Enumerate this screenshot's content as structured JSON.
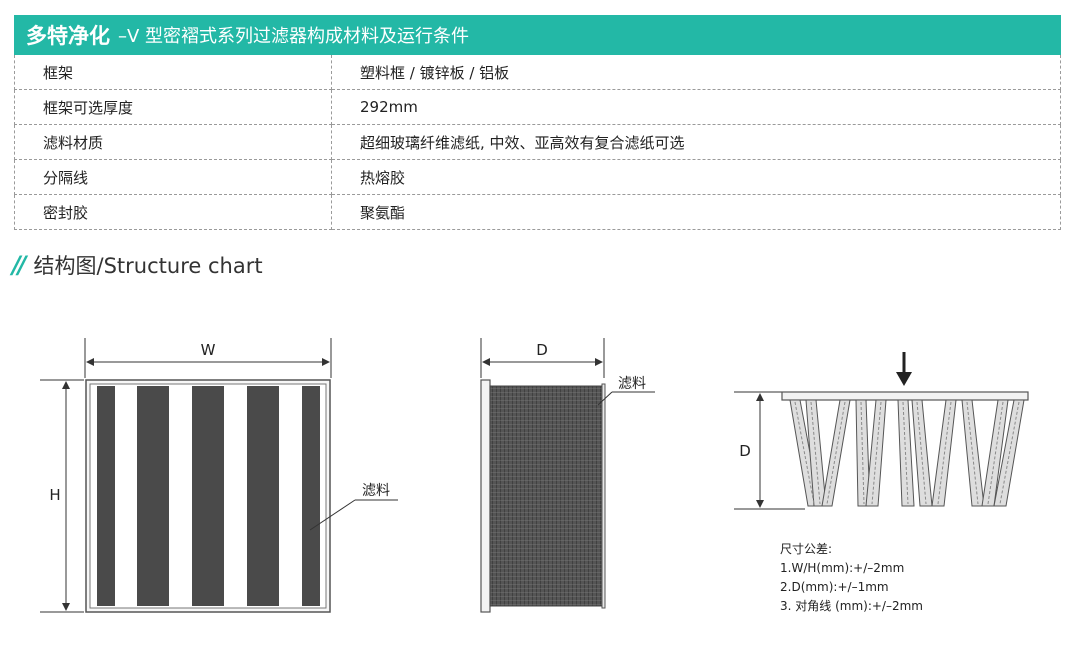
{
  "title": {
    "brand": "多特净化",
    "rest": "–V 型密褶式系列过滤器构成材料及运行条件"
  },
  "spec_rows": [
    {
      "label": "框架",
      "value": "塑料框 / 镀锌板 / 铝板"
    },
    {
      "label": "框架可选厚度",
      "value": "292mm"
    },
    {
      "label": "滤料材质",
      "value": "超细玻璃纤维滤纸, 中效、亚高效有复合滤纸可选"
    },
    {
      "label": "分隔线",
      "value": "热熔胶"
    },
    {
      "label": "密封胶",
      "value": "聚氨酯"
    }
  ],
  "section": {
    "heading": "结构图/Structure chart"
  },
  "diagram": {
    "label_w": "W",
    "label_h": "H",
    "label_d_side": "D",
    "label_d_cross": "D",
    "filter_media_front": "滤料",
    "filter_media_side": "滤料"
  },
  "tolerance": {
    "title": "尺寸公差:",
    "lines": [
      "1.W/H(mm):+/–2mm",
      "2.D(mm):+/–1mm",
      "3. 对角线 (mm):+/–2mm"
    ]
  },
  "colors": {
    "accent": "#23b8a6",
    "media_dark": "#4a4a4a"
  }
}
